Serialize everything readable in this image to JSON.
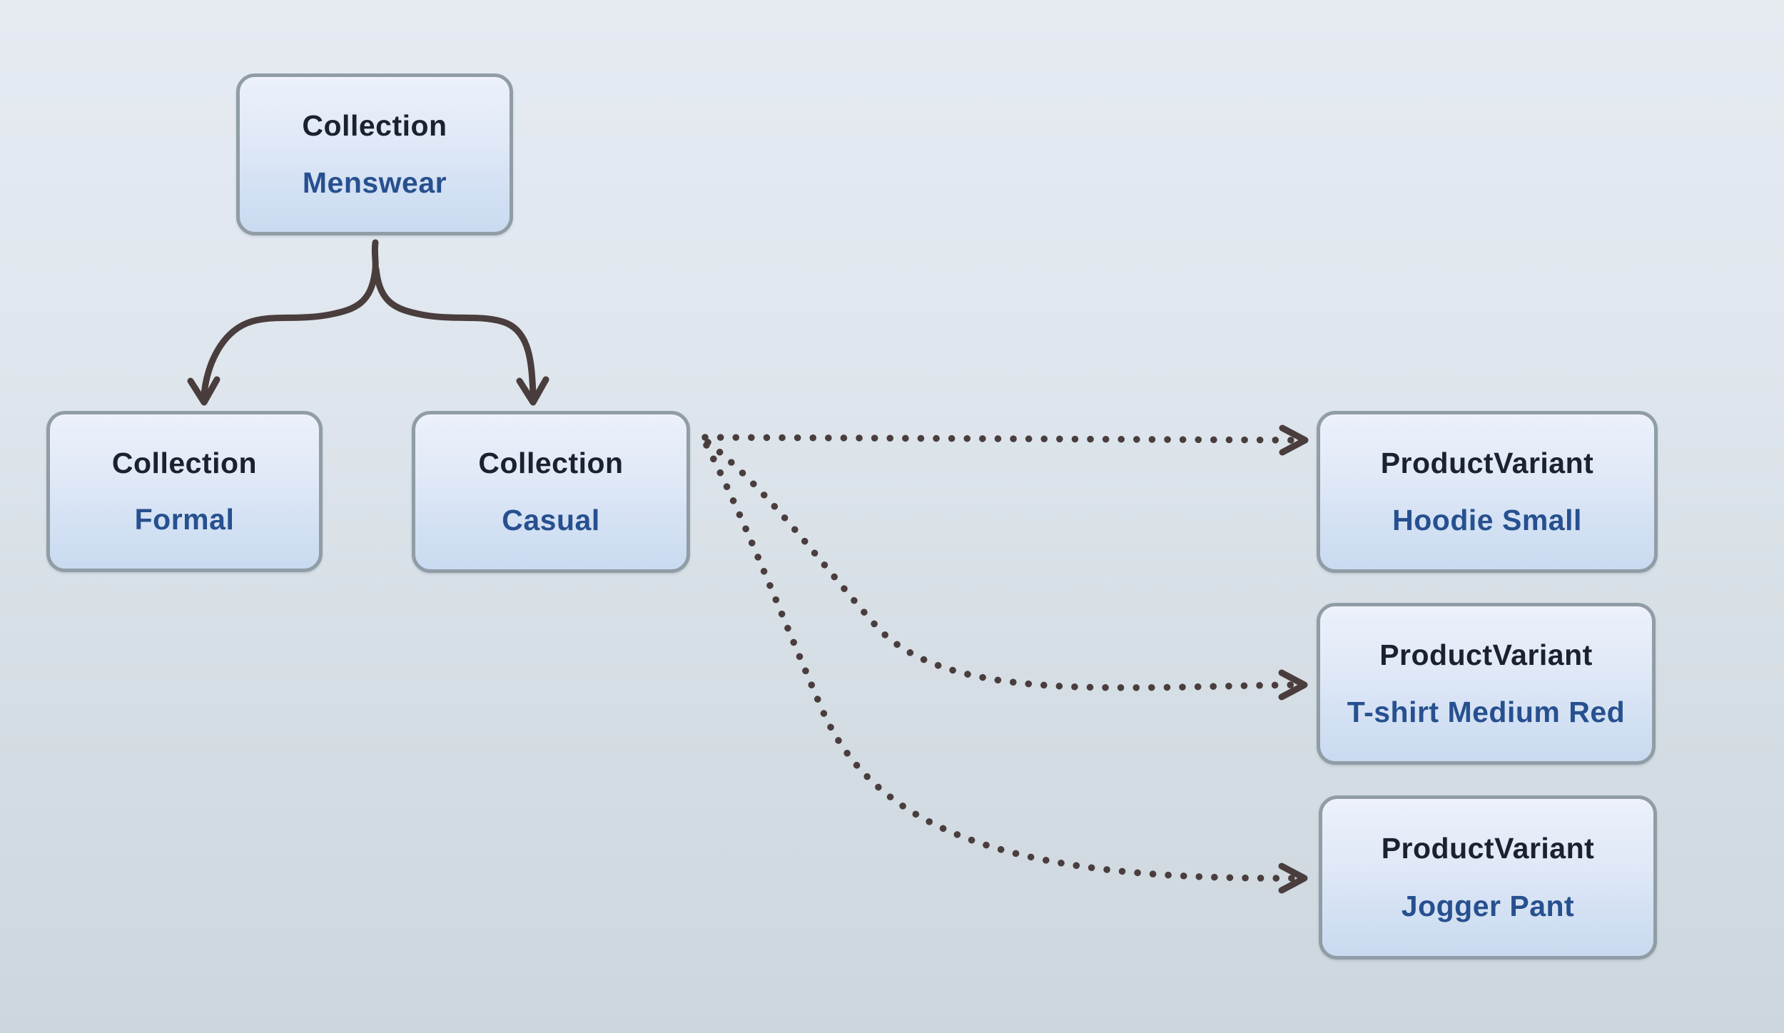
{
  "diagram": {
    "nodes": [
      {
        "type": "Collection",
        "name": "Menswear"
      },
      {
        "type": "Collection",
        "name": "Formal"
      },
      {
        "type": "Collection",
        "name": "Casual"
      },
      {
        "type": "ProductVariant",
        "name": "Hoodie Small"
      },
      {
        "type": "ProductVariant",
        "name": "T-shirt Medium Red"
      },
      {
        "type": "ProductVariant",
        "name": "Jogger Pant"
      }
    ],
    "edges": [
      {
        "from": "Collection Menswear",
        "to": "Collection Formal",
        "style": "solid",
        "arrow": "to"
      },
      {
        "from": "Collection Menswear",
        "to": "Collection Casual",
        "style": "solid",
        "arrow": "to"
      },
      {
        "from": "Collection Casual",
        "to": "ProductVariant Hoodie Small",
        "style": "dotted",
        "arrow": "to"
      },
      {
        "from": "Collection Casual",
        "to": "ProductVariant T-shirt Medium Red",
        "style": "dotted",
        "arrow": "to"
      },
      {
        "from": "Collection Casual",
        "to": "ProductVariant Jogger Pant",
        "style": "dotted",
        "arrow": "to"
      }
    ],
    "colors": {
      "node_type_text": "#1b2130",
      "node_name_text": "#27508f",
      "node_border": "#909da6",
      "node_fill_top": "#ecf1fb",
      "node_fill_bottom": "#c9daf0",
      "edge_stroke": "#4a3d3d",
      "background_top": "#e6ebf2",
      "background_bottom": "#ccd7dd"
    }
  }
}
